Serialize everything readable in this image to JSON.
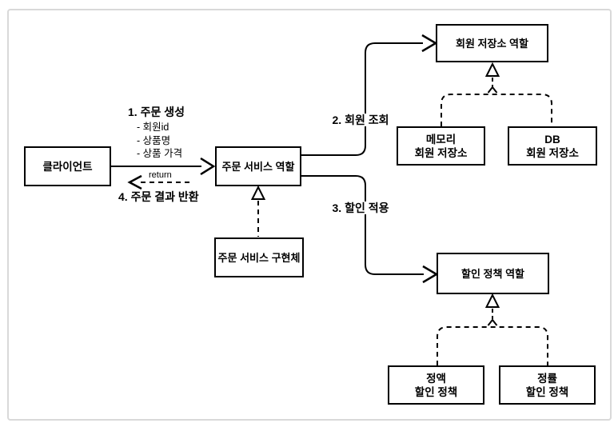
{
  "diagram": {
    "nodes": {
      "client": {
        "label": "클라이언트"
      },
      "order_service_role": {
        "label": "주문 서비스 역할"
      },
      "order_service_impl": {
        "label": "주문 서비스 구현체"
      },
      "member_repo_role": {
        "label": "회원 저장소 역할"
      },
      "memory_member_repo": {
        "line1": "메모리",
        "line2": "회원 저장소"
      },
      "db_member_repo": {
        "line1": "DB",
        "line2": "회원 저장소"
      },
      "discount_policy_role": {
        "label": "할인 정책 역할"
      },
      "fixed_discount_policy": {
        "line1": "정액",
        "line2": "할인 정책"
      },
      "rate_discount_policy": {
        "line1": "정률",
        "line2": "할인 정책"
      }
    },
    "edges": {
      "step1_title": "1. 주문 생성",
      "step1_params": {
        "p1": "- 회원id",
        "p2": "- 상품명",
        "p3": "- 상품 가격"
      },
      "return_label": "return",
      "step4_label": "4. 주문 결과 반환",
      "step2_label": "2. 회원 조회",
      "step3_label": "3. 할인 적용"
    },
    "colors": {
      "line": "#000000",
      "panel_border": "#d9d9d9",
      "background": "#ffffff"
    }
  }
}
